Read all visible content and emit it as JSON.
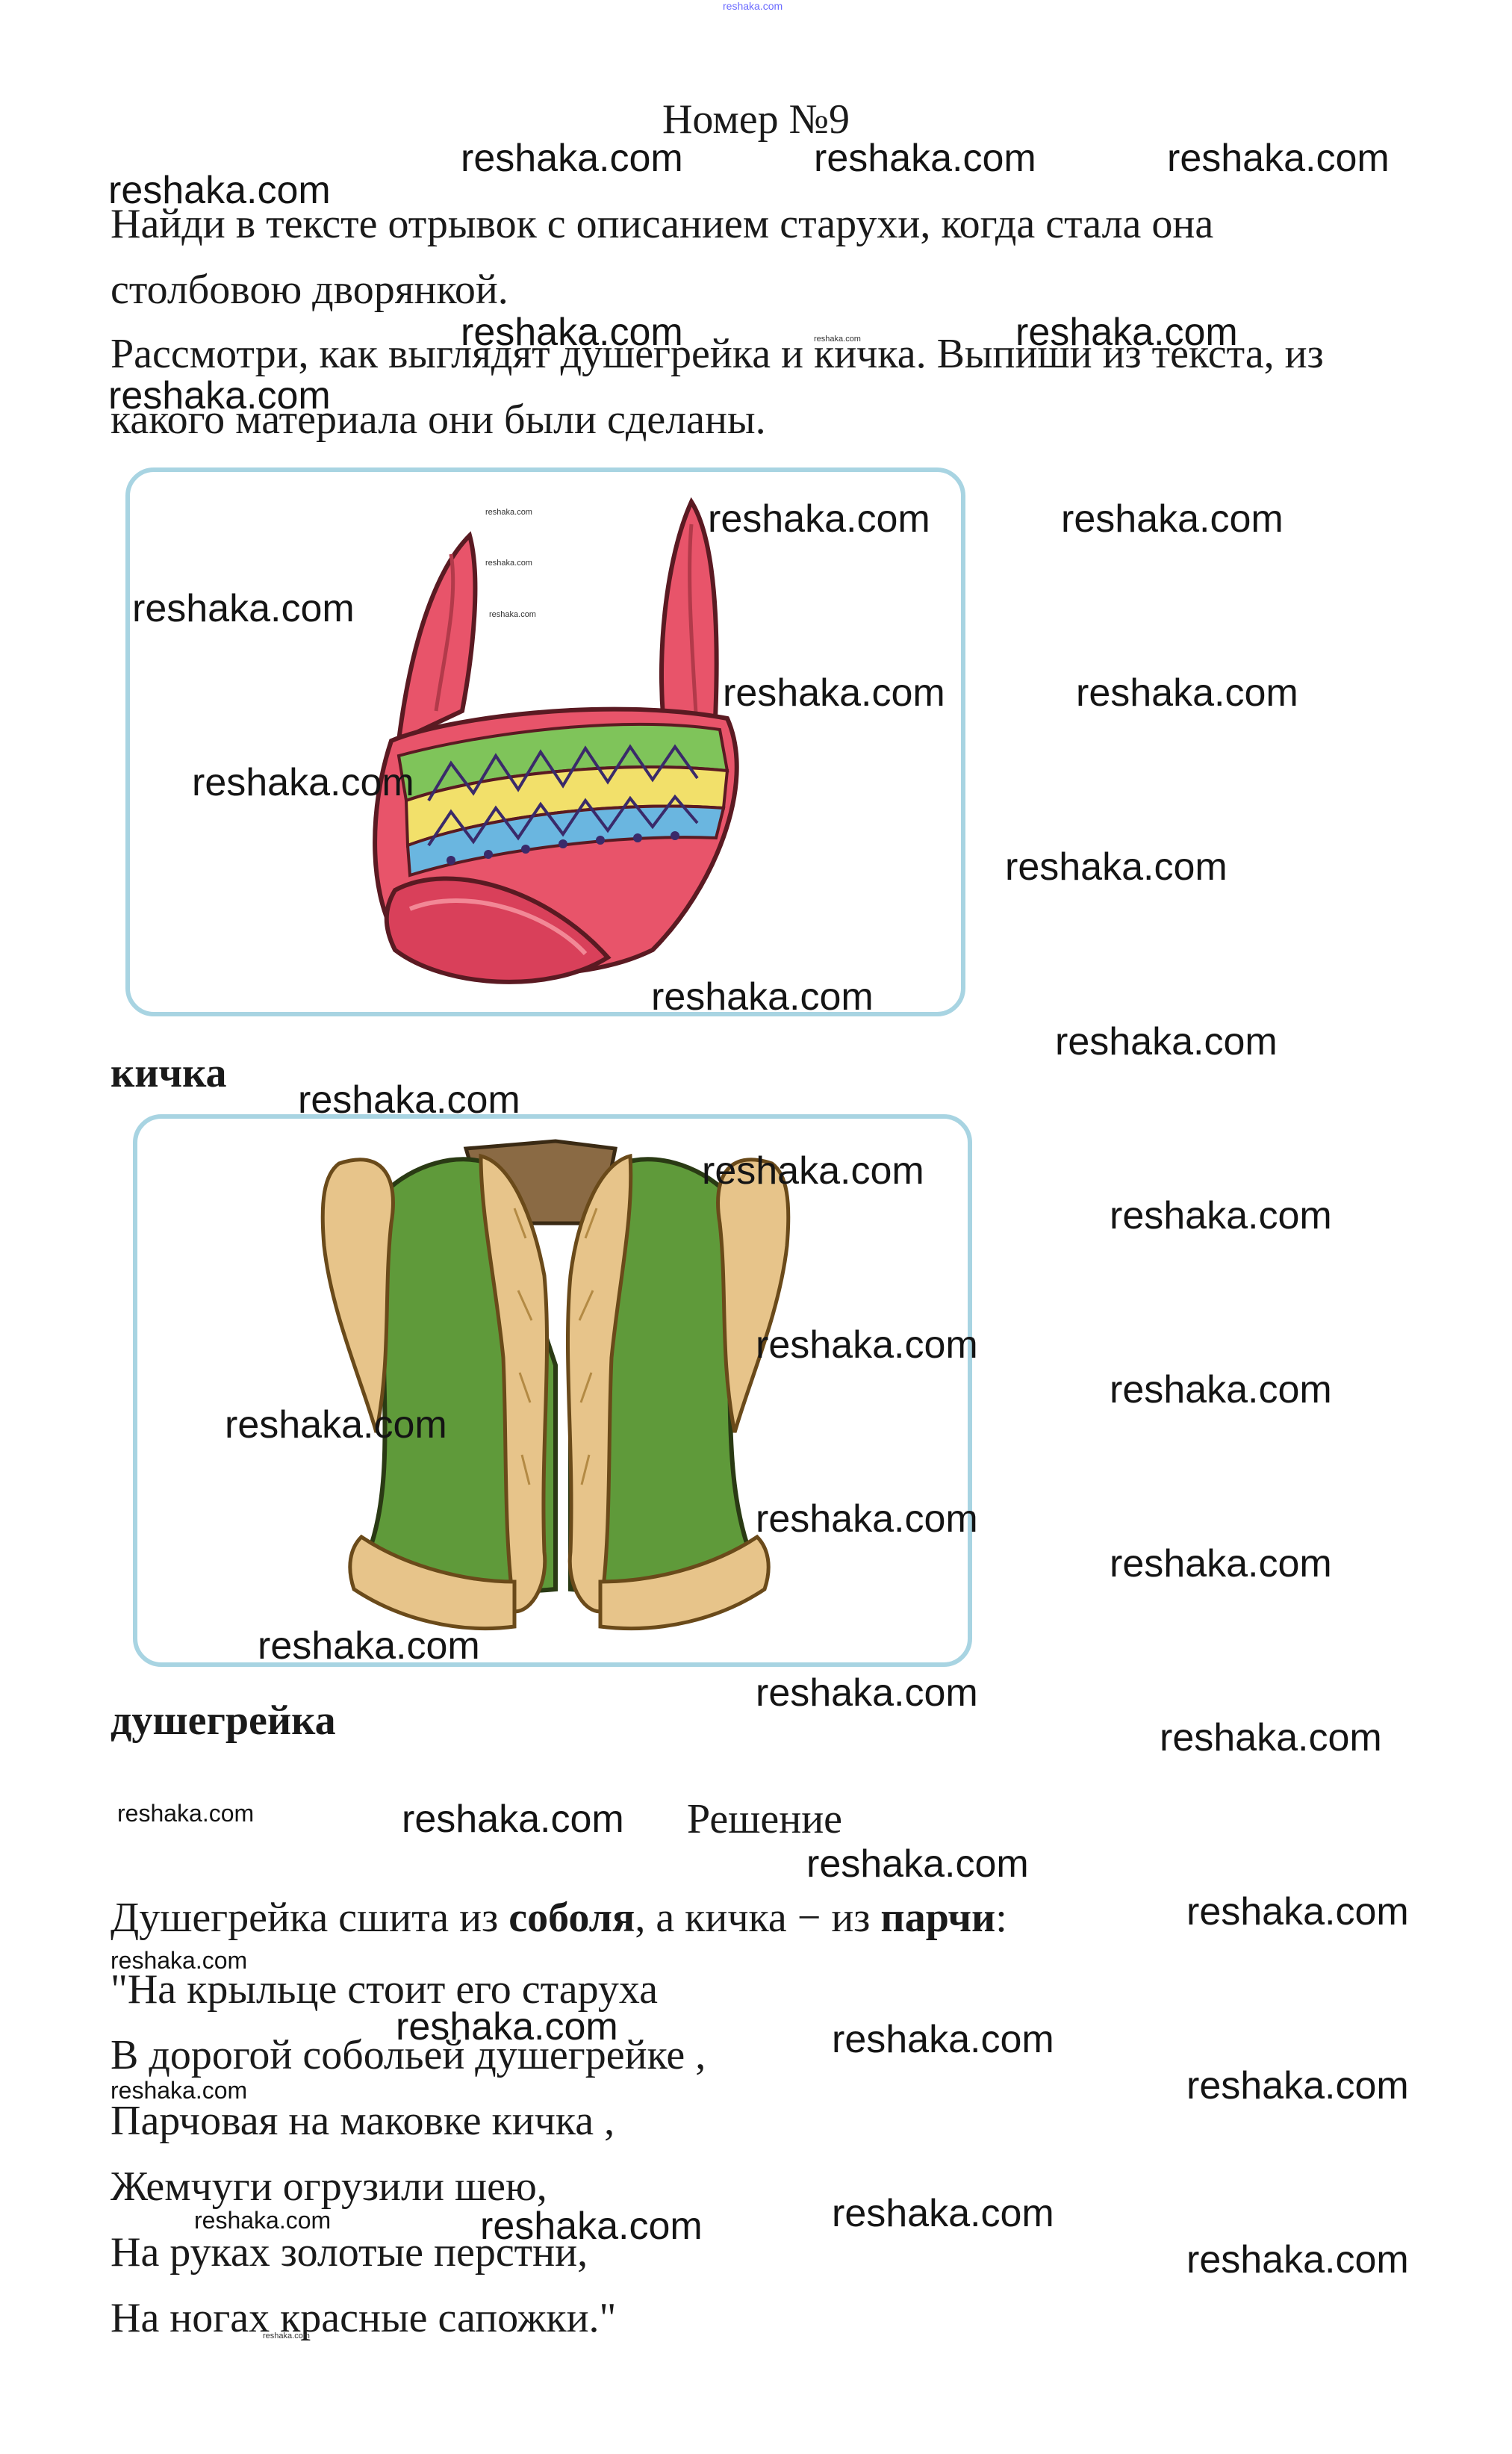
{
  "header": {
    "site_mark": "reshaka.com"
  },
  "task": {
    "title": "Номер №9",
    "paragraph1": [
      "Найди в тексте отрывок с описанием старухи, когда стала она",
      "столбовою дворянкой."
    ],
    "paragraph2": [
      "Рассмотри, как выглядят душегрейка и кичка. Выпиши из текста, из",
      "какого материала они были сделаны."
    ]
  },
  "images": {
    "kichka": {
      "caption": "кичка",
      "icon": "kichka-headdress-icon"
    },
    "dushegreika": {
      "caption": "душегрейка",
      "icon": "fur-vest-icon"
    }
  },
  "solution": {
    "heading": "Решение",
    "answer": {
      "part1": "Душегрейка сшита из ",
      "bold1": "соболя",
      "part2": ", а кичка − из ",
      "bold2": "парчи",
      "part3": ":"
    },
    "poem": [
      "\"На крыльце стоит его старуха",
      "В дорогой собольей душегрейке ,",
      "Парчовая на маковке кичка ,",
      "Жемчуги огрузили шею,",
      "На руках золотые перстни,",
      "На ногах красные сапожки.\""
    ]
  },
  "watermark": {
    "text": "reshaka.com"
  }
}
